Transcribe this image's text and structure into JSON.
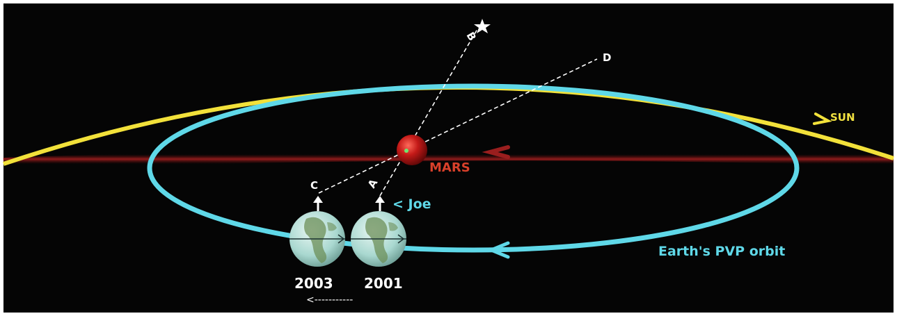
{
  "diagram": {
    "labels": {
      "sun": "SUN",
      "mars": "MARS",
      "joe": "< Joe",
      "orbit": "Earth's PVP orbit",
      "point_a": "A",
      "point_b": "B",
      "point_c": "C",
      "point_d": "D",
      "year_2003": "2003",
      "year_2001": "2001",
      "direction_arrow": "<-----------"
    },
    "colors": {
      "background": "#050505",
      "sun_orbit": "#f2e13a",
      "earth_orbit": "#5fd8e8",
      "mars_band": "#8a1a1a",
      "mars": "#c4201c",
      "sight_line": "#ffffff"
    },
    "icons": [
      "star-icon",
      "earth-globe-icon",
      "mars-planet-icon",
      "up-arrow-icon"
    ]
  }
}
